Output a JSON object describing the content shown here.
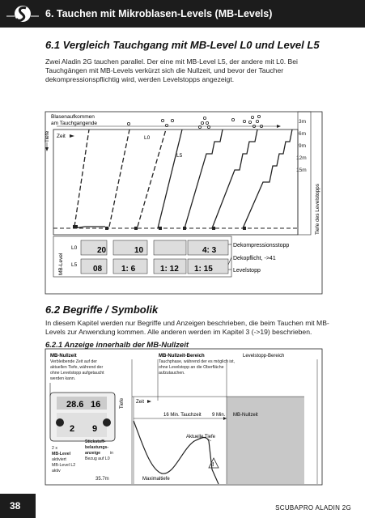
{
  "header": {
    "title": "6. Tauchen mit Mikroblasen-Levels (MB-Levels)"
  },
  "section61": {
    "title": "6.1     Vergleich Tauchgang mit MB-Level L0 und Level L5",
    "paragraph": "Zwei Aladin 2G tauchen parallel. Der eine mit MB-Level L5, der andere mit L0. Bei Tauchgängen mit MB-Levels verkürzt sich die Nullzeit, und bevor der Taucher dekompressionspflichtig wird, werden Levelstopps angezeigt."
  },
  "figure1": {
    "bubbles_label_line1": "Blasenaufkommen",
    "bubbles_label_line2": "am Tauchgangende",
    "tiefe_label": "Tiefe",
    "zeit_label": "Zeit",
    "l0_label": "L0",
    "l5_label": "L5",
    "depth_labels": [
      "3m",
      "6m",
      "9m",
      "12m",
      "15m"
    ],
    "right_axis_label": "Tiefe des Levelstopps",
    "mb_level_label": "MB-Level",
    "row_l0": "L0",
    "row_l5": "L5",
    "legend_deko": "Dekompressionsstopp",
    "legend_dekopflicht": "Dekopflicht, ->41",
    "legend_levelstopp": "Levelstopp",
    "lcd_row1": [
      "20",
      "10",
      "  ",
      "4:  3"
    ],
    "lcd_row2": [
      "08",
      "1:  6",
      "1: 12",
      "1: 15"
    ]
  },
  "section62": {
    "title": "6.2     Begriffe / Symbolik",
    "paragraph": "In diesem Kapitel werden nur Begriffe und Anzeigen beschrieben, die beim Tauchen mit MB-Levels zur Anwendung kommen. Alle anderen werden im Kapitel 3 (->19) beschrieben."
  },
  "section621": {
    "title": "6.2.1     Anzeige innerhalb der MB-Nullzeit"
  },
  "figure2": {
    "mbnz_title": "MB-Nullzeit",
    "mbnz_text": [
      "Verbleibende Zeit auf der",
      "aktuellen Tiefe, während der",
      "ohne Levelstopp aufgetaucht",
      "werden kann."
    ],
    "mbnzb_title": "MB-Nullzeit-Bereich",
    "mbnzb_text": [
      "Tauchphase, während der es möglich ist,",
      "ohne Levelstopp an die Oberfläche",
      "aufzutauchen."
    ],
    "levelstopp_bereich": "Levelstopp-Bereich",
    "tiefe": "Tiefe",
    "zeit": "Zeit",
    "tauchzeit": "16 Min. Tauchzeit",
    "min9": "9 Min.",
    "mb_nullzeit": "MB-Nullzeit",
    "aktuelle_tiefe": "Aktuelle Tiefe",
    "maximaltiefe": "Maximaltiefe",
    "level_text": [
      "2 x",
      "MB-Level",
      "aktiviert",
      "MB-Level L2",
      "aktiv"
    ],
    "stick_title": [
      "Stickstoff-",
      "belastungs-",
      "anzeige"
    ],
    "stick_text": [
      "in",
      "Bezug auf L0"
    ],
    "depth_value": "35.7m",
    "lcd_top": "28.6",
    "lcd_top_right": "16",
    "lcd_bottom": "2",
    "lcd_bottom_right": "9"
  },
  "footer": {
    "page_number": "38",
    "brand": "SCUBAPRO ALADIN 2G"
  }
}
